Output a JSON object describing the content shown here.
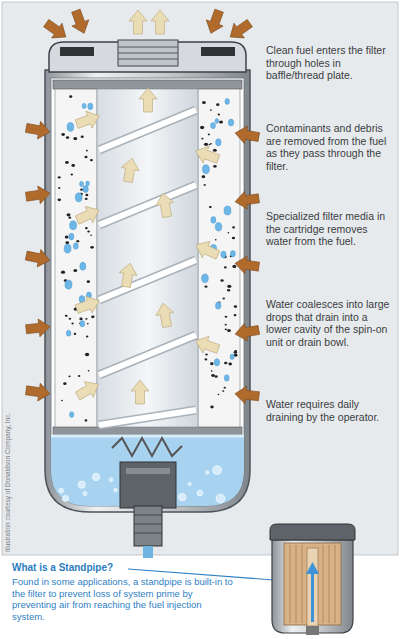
{
  "diagram": {
    "labels": [
      "Clean fuel enters the filter through holes in baffle/thread plate.",
      "Contaminants and debris are removed from the fuel as they pass through the filter.",
      "Specialized filter media in the cartridge removes water from the fuel.",
      "Water coalesces into large drops that drain into a lower cavity of the spin-on unit or drain bowl.",
      "Water requires daily draining by the operator.",
      "What is a Standpipe?",
      "Found in some applications, a standpipe is built-in to the filter to prevent loss of system prime by preventing air from reaching the fuel injection system.",
      "Illustration courtesy of Donaldson Company, Inc."
    ]
  }
}
